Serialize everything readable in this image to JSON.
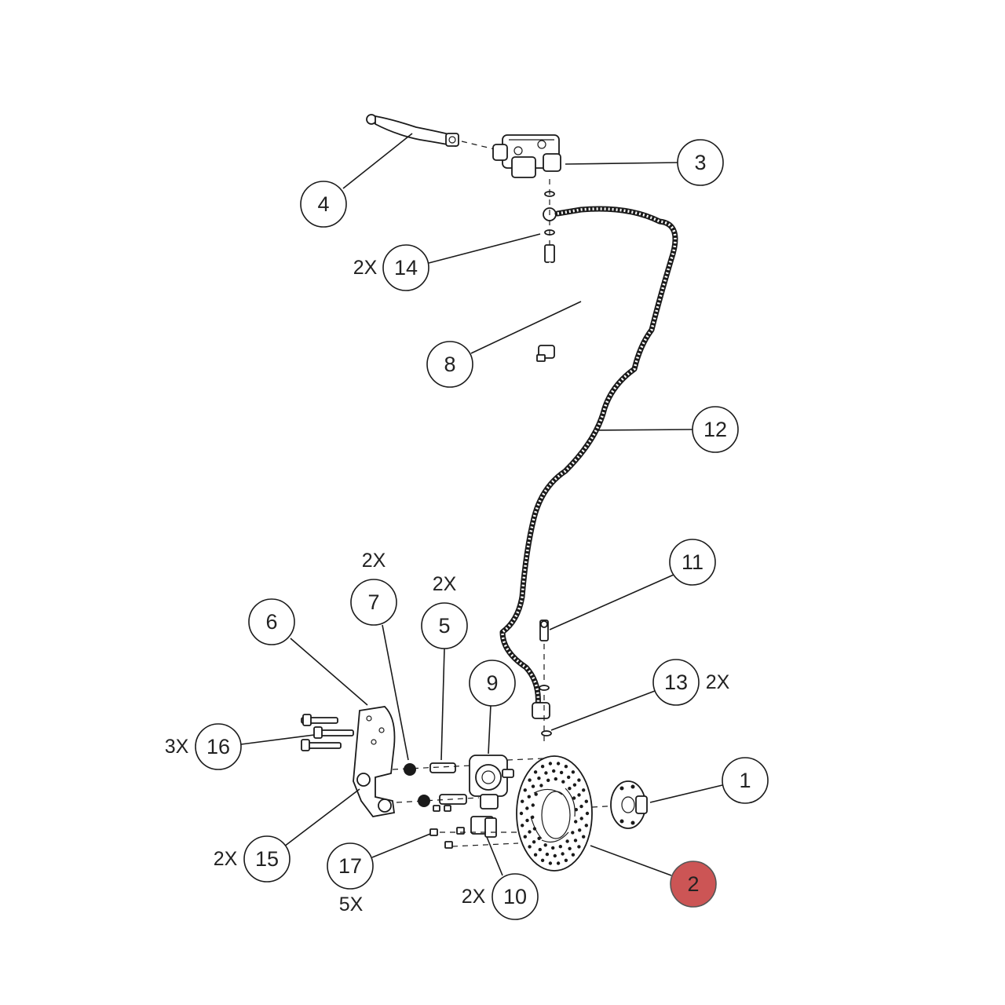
{
  "diagram": {
    "type": "exploded-parts-diagram",
    "callouts": [
      {
        "id": "1",
        "label": "1",
        "qty": ""
      },
      {
        "id": "2",
        "label": "2",
        "qty": "",
        "highlighted": true
      },
      {
        "id": "3",
        "label": "3",
        "qty": ""
      },
      {
        "id": "4",
        "label": "4",
        "qty": ""
      },
      {
        "id": "5",
        "label": "5",
        "qty": "2X"
      },
      {
        "id": "6",
        "label": "6",
        "qty": ""
      },
      {
        "id": "7",
        "label": "7",
        "qty": "2X"
      },
      {
        "id": "8",
        "label": "8",
        "qty": ""
      },
      {
        "id": "9",
        "label": "9",
        "qty": ""
      },
      {
        "id": "10",
        "label": "10",
        "qty": "2X"
      },
      {
        "id": "11",
        "label": "11",
        "qty": ""
      },
      {
        "id": "12",
        "label": "12",
        "qty": ""
      },
      {
        "id": "13",
        "label": "13",
        "qty": "2X"
      },
      {
        "id": "14",
        "label": "14",
        "qty": "2X"
      },
      {
        "id": "15",
        "label": "15",
        "qty": "2X"
      },
      {
        "id": "16",
        "label": "16",
        "qty": "3X"
      },
      {
        "id": "17",
        "label": "17",
        "qty": "5X"
      }
    ],
    "colors": {
      "highlight": "#cc5555",
      "line": "#1a1a1a",
      "background": "#ffffff"
    }
  }
}
